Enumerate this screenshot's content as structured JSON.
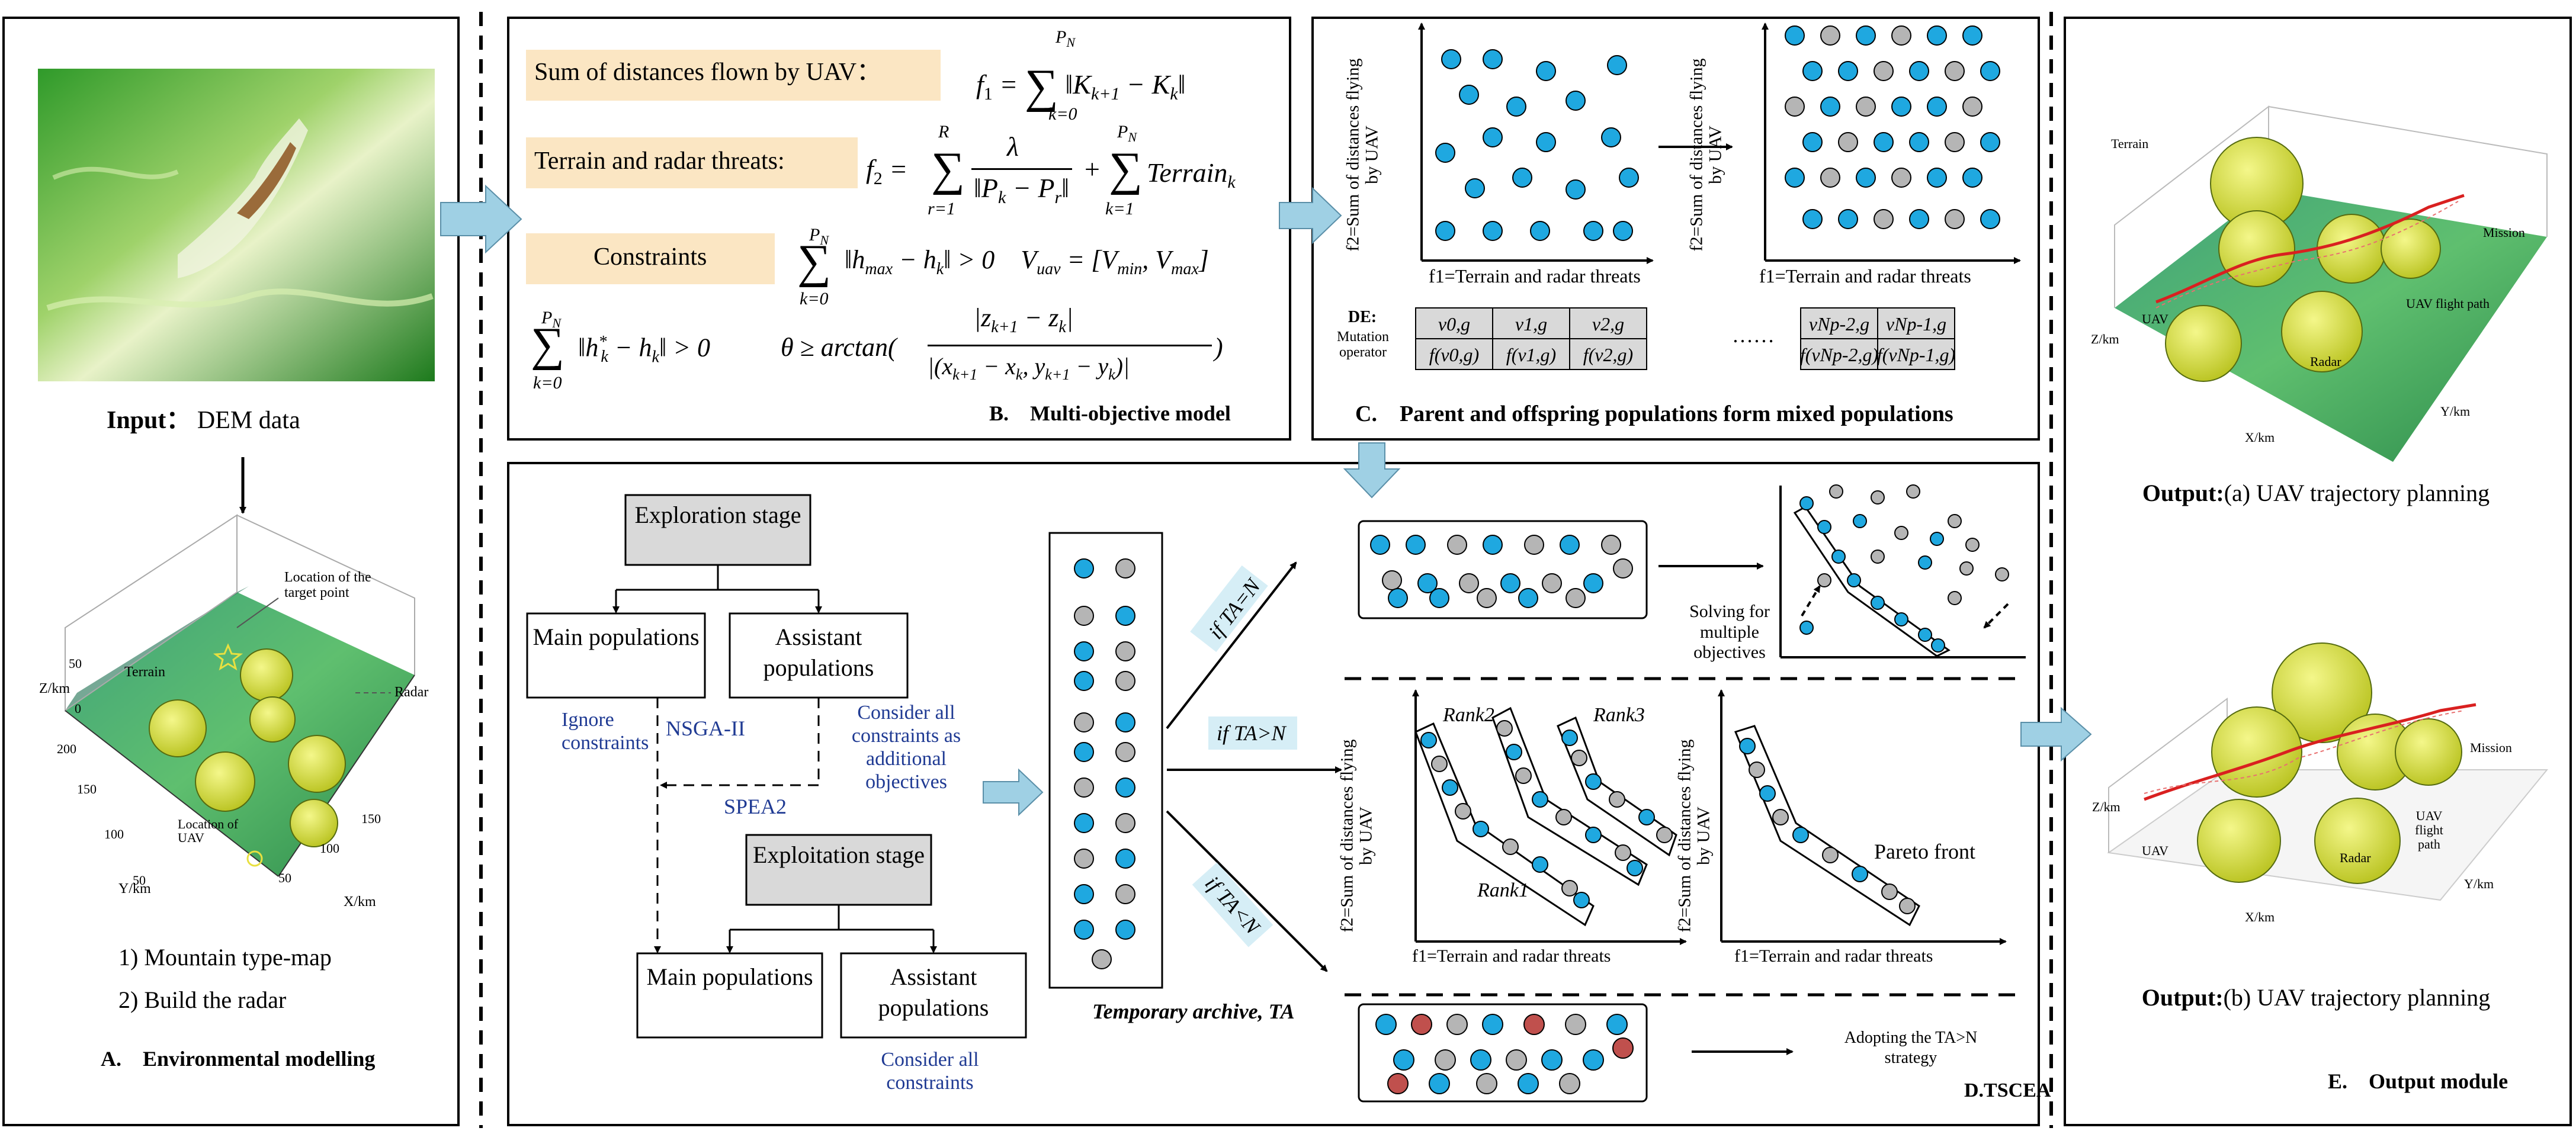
{
  "panel_a": {
    "input_bold": "Input：",
    "input_text": "DEM data",
    "step1": "1) Mountain type-map",
    "step2": "2) Build the radar",
    "caption": "A.　Environmental modelling",
    "map_labels": {
      "target": "Location of the target point",
      "terrain": "Terrain",
      "radar": "Radar",
      "uav": "Location of UAV",
      "zaxis": "Z/km",
      "yaxis": "Y/km",
      "xaxis": "X/km",
      "z_ticks": [
        "50",
        "0"
      ],
      "y_ticks": [
        "200",
        "150",
        "100",
        "50"
      ],
      "x_ticks": [
        "50",
        "100",
        "150"
      ]
    }
  },
  "panel_b": {
    "tag1": "Sum of distances flown by UAV：",
    "tag2": "Terrain and radar threats:",
    "tag3": "Constraints",
    "caption": "B.　Multi-objective  model"
  },
  "panel_c": {
    "xlabel": "f1=Terrain and radar threats",
    "ylabel": "f2=Sum of distances flying by UAV",
    "de_label": "DE:",
    "mutation_label": "Mutation operator",
    "ellipsis": "……",
    "caption": "C.　Parent and offspring populations form mixed populations"
  },
  "panel_d": {
    "exploration": "Exploration stage",
    "exploitation": "Exploitation stage",
    "main_pop": "Main populations",
    "assistant_pop": "Assistant populations",
    "ignore": "Ignore constraints",
    "nsga": "NSGA-II",
    "spea": "SPEA2",
    "consider_all_obj": "Consider all constraints as additional objectives",
    "consider_all": "Consider all constraints",
    "archive": "Temporary archive, TA",
    "if_eq": "if TA=N",
    "if_gt": "if TA>N",
    "if_lt": "if TA<N",
    "solving": "Solving for multiple objectives",
    "rank1": "Rank1",
    "rank2": "Rank2",
    "rank3": "Rank3",
    "pareto": "Pareto front",
    "xlabel": "f1=Terrain and radar threats",
    "ylabel": "f2=Sum of distances flying by UAV",
    "adopting": "Adopting the TA>N strategy",
    "caption": "D.TSCEA"
  },
  "panel_e": {
    "out_bold": "Output:",
    "out_a": "(a) UAV trajectory planning",
    "out_b": "(b) UAV trajectory planning",
    "caption": "E.　Output module",
    "plot_labels": {
      "terrain": "Terrain",
      "mission": "Mission",
      "uav_path": "UAV flight path",
      "radar": "Radar",
      "uav": "UAV",
      "zaxis": "Z/km",
      "xaxis": "X/km",
      "yaxis": "Y/km"
    }
  },
  "colors": {
    "dot_blue": "#1fa8e0",
    "dot_gray": "#b5b5b5",
    "dot_red": "#c0504d",
    "arrow_fill": "#9fd0e4",
    "tag_fill": "#fbe6c3",
    "box_gray": "#d9d9d9"
  }
}
